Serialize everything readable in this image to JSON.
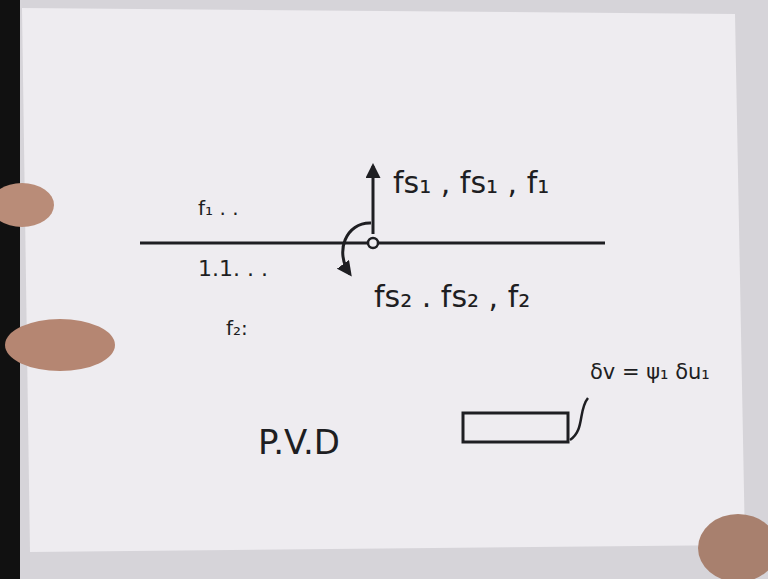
{
  "diagram": {
    "labels": [
      "fs₁ , fs₁ , f₁",
      "fs₂ . fs₂ , f₂",
      "f₁ . .",
      "1.1. . .",
      "f₂:",
      "P.V.D",
      "δv = ψ₁ δu₁"
    ]
  }
}
